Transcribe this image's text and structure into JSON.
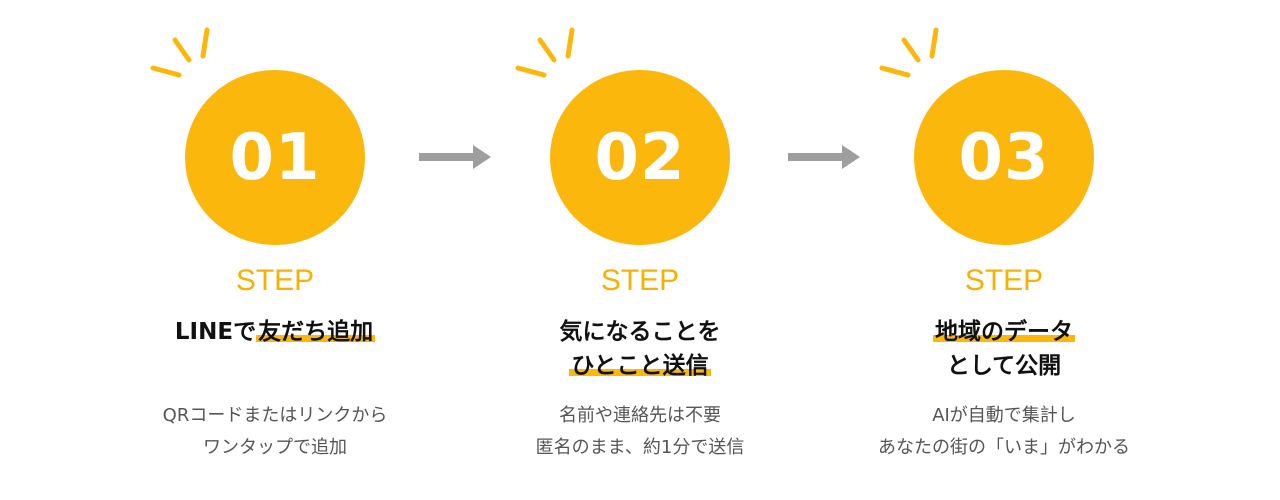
{
  "colors": {
    "accent": "#FBB70C",
    "step_label": "#F5B203",
    "arrow": "#9E9E9E",
    "heading": "#111111",
    "description": "#555555"
  },
  "steps": [
    {
      "number": "01",
      "label": "STEP",
      "heading_line1_plain": "LINEで",
      "heading_line1_highlight": "友だち追加",
      "desc_line1": "QRコードまたはリンクから",
      "desc_line2": "ワンタップで追加"
    },
    {
      "number": "02",
      "label": "STEP",
      "heading_line1": "気になることを",
      "heading_line2_highlight": "ひとこと送信",
      "desc_line1": "名前や連絡先は不要",
      "desc_line2": "匿名のまま、約1分で送信"
    },
    {
      "number": "03",
      "label": "STEP",
      "heading_line1_highlight": "地域のデータ",
      "heading_line2": "として公開",
      "desc_line1": "AIが自動で集計し",
      "desc_line2": "あなたの街の「いま」がわかる"
    }
  ],
  "icons": {
    "rays": "sparkle-rays-icon",
    "arrow": "arrow-right-icon"
  }
}
